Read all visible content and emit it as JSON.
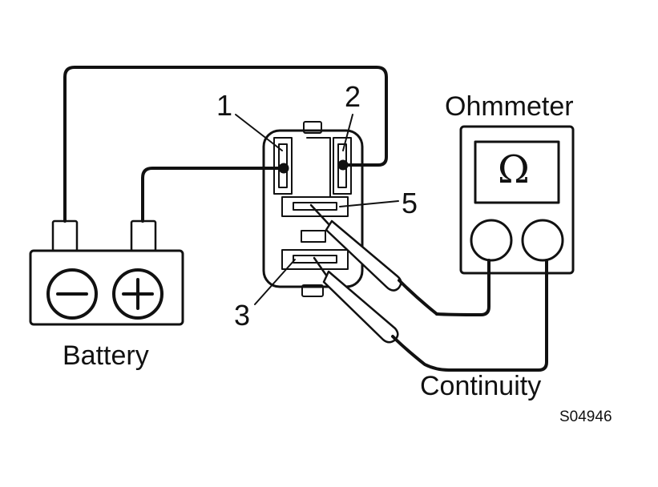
{
  "labels": {
    "terminal_1": "1",
    "terminal_2": "2",
    "terminal_3": "3",
    "terminal_5": "5",
    "ohmmeter": "Ohmmeter",
    "ohm_symbol": "Ω",
    "battery": "Battery",
    "continuity": "Continuity",
    "figure_code": "S04946"
  },
  "icons": {
    "battery_negative": "minus-icon",
    "battery_positive": "plus-icon"
  }
}
